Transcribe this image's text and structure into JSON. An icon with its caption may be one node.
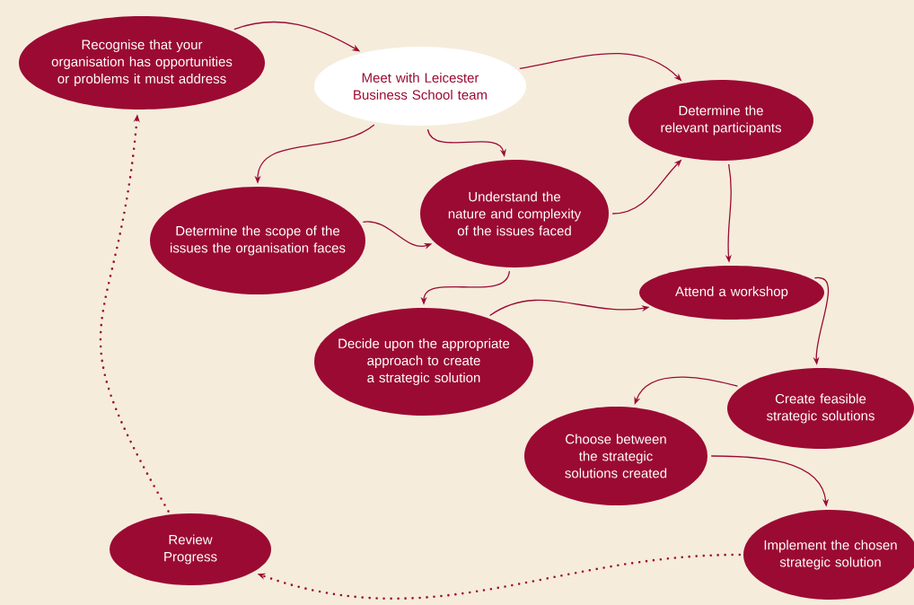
{
  "diagram": {
    "nodes": [
      {
        "text": [
          "Recognise that your organisation has opportunities or problems it must address"
        ]
      },
      {
        "text": [
          "Meet with Leicester Business School team"
        ]
      },
      {
        "text": [
          "Determine the relevant participants"
        ]
      },
      {
        "text": [
          "Determine the scope of the issues the organisation faces"
        ]
      },
      {
        "text": [
          "Understand the nature and complexity of the issues faced"
        ]
      },
      {
        "text": [
          "Decide upon the appropriate approach to create a strategic solution"
        ]
      },
      {
        "text": [
          "Attend a workshop"
        ]
      },
      {
        "text": [
          "Create feasible strategic solutions"
        ]
      },
      {
        "text": [
          "Choose between the strategic solutions created"
        ]
      },
      {
        "text": [
          "Implement the chosen strategic solution"
        ]
      },
      {
        "text": [
          "Review Progress"
        ]
      }
    ],
    "edges": [
      {
        "from": 0,
        "to": 1,
        "arrow": "to"
      },
      {
        "from": 1,
        "to": 2,
        "arrow": "to"
      },
      {
        "from": 1,
        "to": 3,
        "arrow": "to"
      },
      {
        "from": 1,
        "to": 4,
        "arrow": "to"
      },
      {
        "from": 3,
        "to": 4,
        "arrow": "to"
      },
      {
        "from": 4,
        "to": 2,
        "arrow": "to"
      },
      {
        "from": 4,
        "to": 5,
        "arrow": "to"
      },
      {
        "from": 2,
        "to": 6,
        "arrow": "to"
      },
      {
        "from": 5,
        "to": 6,
        "arrow": "to"
      },
      {
        "from": 6,
        "to": 7,
        "arrow": "to"
      },
      {
        "from": 7,
        "to": 8,
        "arrow": "to"
      },
      {
        "from": 8,
        "to": 9,
        "arrow": "to"
      },
      {
        "from": 9,
        "to": 10,
        "arrow": "to",
        "style": "dashed"
      },
      {
        "from": 10,
        "to": 0,
        "arrow": "to",
        "style": "dashed"
      }
    ]
  }
}
